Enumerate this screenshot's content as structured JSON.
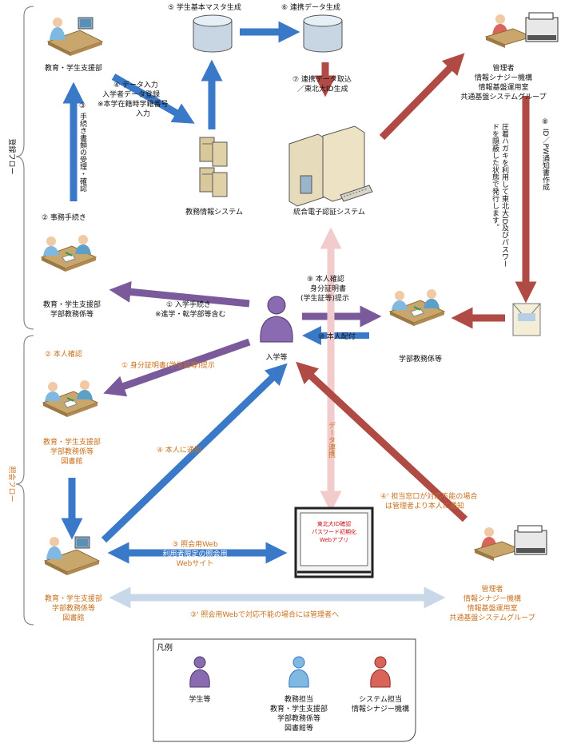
{
  "flows": {
    "registration_label": "登録フロー",
    "inquiry_label": "照会フロー"
  },
  "nodes": {
    "kyoiku_top": "教育・学生支援部",
    "step5": "⑤ 学生基本マスタ生成",
    "step6": "⑥ 連携データ生成",
    "admin_top": [
      "管理者",
      "情報シナジー機構",
      "情報基盤運用室",
      "共通基盤システムグループ"
    ],
    "step4": [
      "④ データ入力",
      "入学者データ登録",
      "※本学在籍時学籍番号",
      "入力"
    ],
    "step7": [
      "⑦ 連携データ取込",
      "／東北大ID生成"
    ],
    "step3": "③ 手続き書類の受理・確認",
    "step8": [
      "⑧ ID／PW通知書作成",
      "圧着ハガキを利用して東北大ID及びパスワー",
      "ドを隠蔽した状態で発行します。"
    ],
    "kyomu_system": "教務情報システム",
    "ninsho_system": "統合電子認証システム",
    "step2": "② 事務手続き",
    "kyoiku_mid": [
      "教育・学生支援部",
      "学部教務係等"
    ],
    "step1": [
      "① 入学手続き",
      "※進学・転学部等含む"
    ],
    "step9": [
      "⑨ 本人確認",
      "身分証明書",
      "(学生証等)提示"
    ],
    "step10": "⑩ 本人配付",
    "gakubu_kyomu": "学部教務係等",
    "student": "入学等",
    "inq2": "② 本人確認",
    "inq1": "① 身分証明書(学生証等)提示",
    "inq_staff": [
      "教育・学生支援部",
      "学部教務係等",
      "図書館"
    ],
    "inq4": "④ 本人に通知",
    "data_link": "データ連携",
    "inq4p": [
      "④' 担当窓口が対応不能の場合",
      "は管理者より本人に通知"
    ],
    "monitor": [
      "東北大ID確認",
      "パスワード初期化",
      "Webアプリ"
    ],
    "inq3": [
      "③ 照会用Web",
      "利用者限定の照会用",
      "Webサイト"
    ],
    "inq_staff_bottom": [
      "教育・学生支援部",
      "学部教務係等",
      "図書館"
    ],
    "admin_bottom": [
      "管理者",
      "情報シナジー機構",
      "情報基盤運用室",
      "共通基盤システムグループ"
    ],
    "inq3p": "③' 照会用Webで対応不能の場合には管理者へ"
  },
  "legend": {
    "title": "凡例",
    "student": "学生等",
    "staff": [
      "教務担当",
      "教育・学生支援部",
      "学部教務係等",
      "図書館等"
    ],
    "sysadmin": [
      "システム担当",
      "情報シナジー機構"
    ]
  },
  "colors": {
    "blue_arrow": "#3a78c8",
    "red_arrow": "#b04a44",
    "purple_arrow": "#7a5a9a",
    "pink_arrow": "#f2cccc",
    "light_blue_arrow": "#c8d8e8",
    "orange_text": "#c8711e"
  }
}
